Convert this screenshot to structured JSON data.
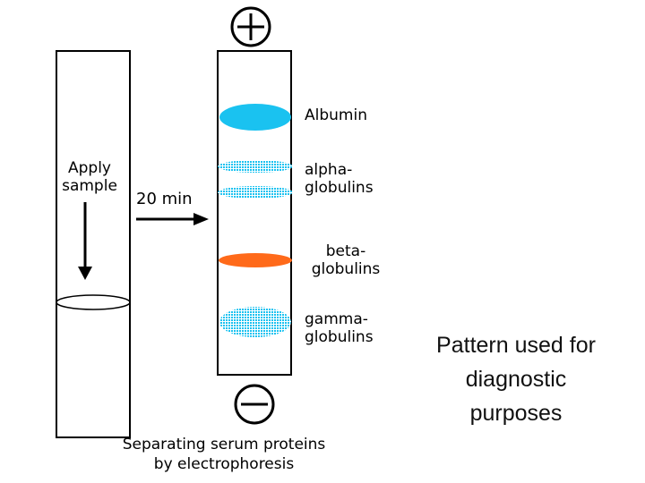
{
  "apply_label": [
    "Apply",
    "sample"
  ],
  "timing_label": "20 min",
  "bands": [
    {
      "name": "Albumin",
      "label_lines": [
        "Albumin"
      ],
      "color": "#1ac2f0",
      "texture": "solid"
    },
    {
      "name": "alpha-globulins",
      "label_lines": [
        "alpha-",
        "globulins"
      ],
      "color": "#1ac2f0",
      "texture": "dotted"
    },
    {
      "name": "beta-globulins",
      "label_lines": [
        "beta-",
        "globulins"
      ],
      "color": "#ff6a1a",
      "texture": "solid"
    },
    {
      "name": "gamma-globulins",
      "label_lines": [
        "gamma-",
        "globulins"
      ],
      "color": "#1ac2f0",
      "texture": "dotted"
    }
  ],
  "right_caption": [
    "Pattern used for",
    "diagnostic",
    "purposes"
  ],
  "bottom_caption": [
    "Separating serum proteins",
    "by electrophoresis"
  ],
  "electrodes": {
    "top": "positive",
    "bottom": "negative"
  }
}
